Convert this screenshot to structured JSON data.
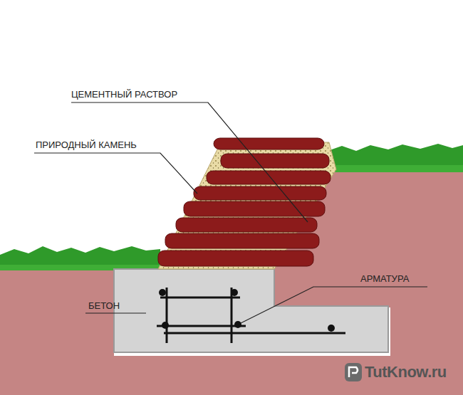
{
  "diagram": {
    "labels": [
      "ЦЕМЕНТНЫЙ РАСТВОР",
      "ПРИРОДНЫЙ КАМЕНЬ",
      "АРМАТУРА",
      "БЕТОН",
      "TutKnow.ru"
    ]
  }
}
